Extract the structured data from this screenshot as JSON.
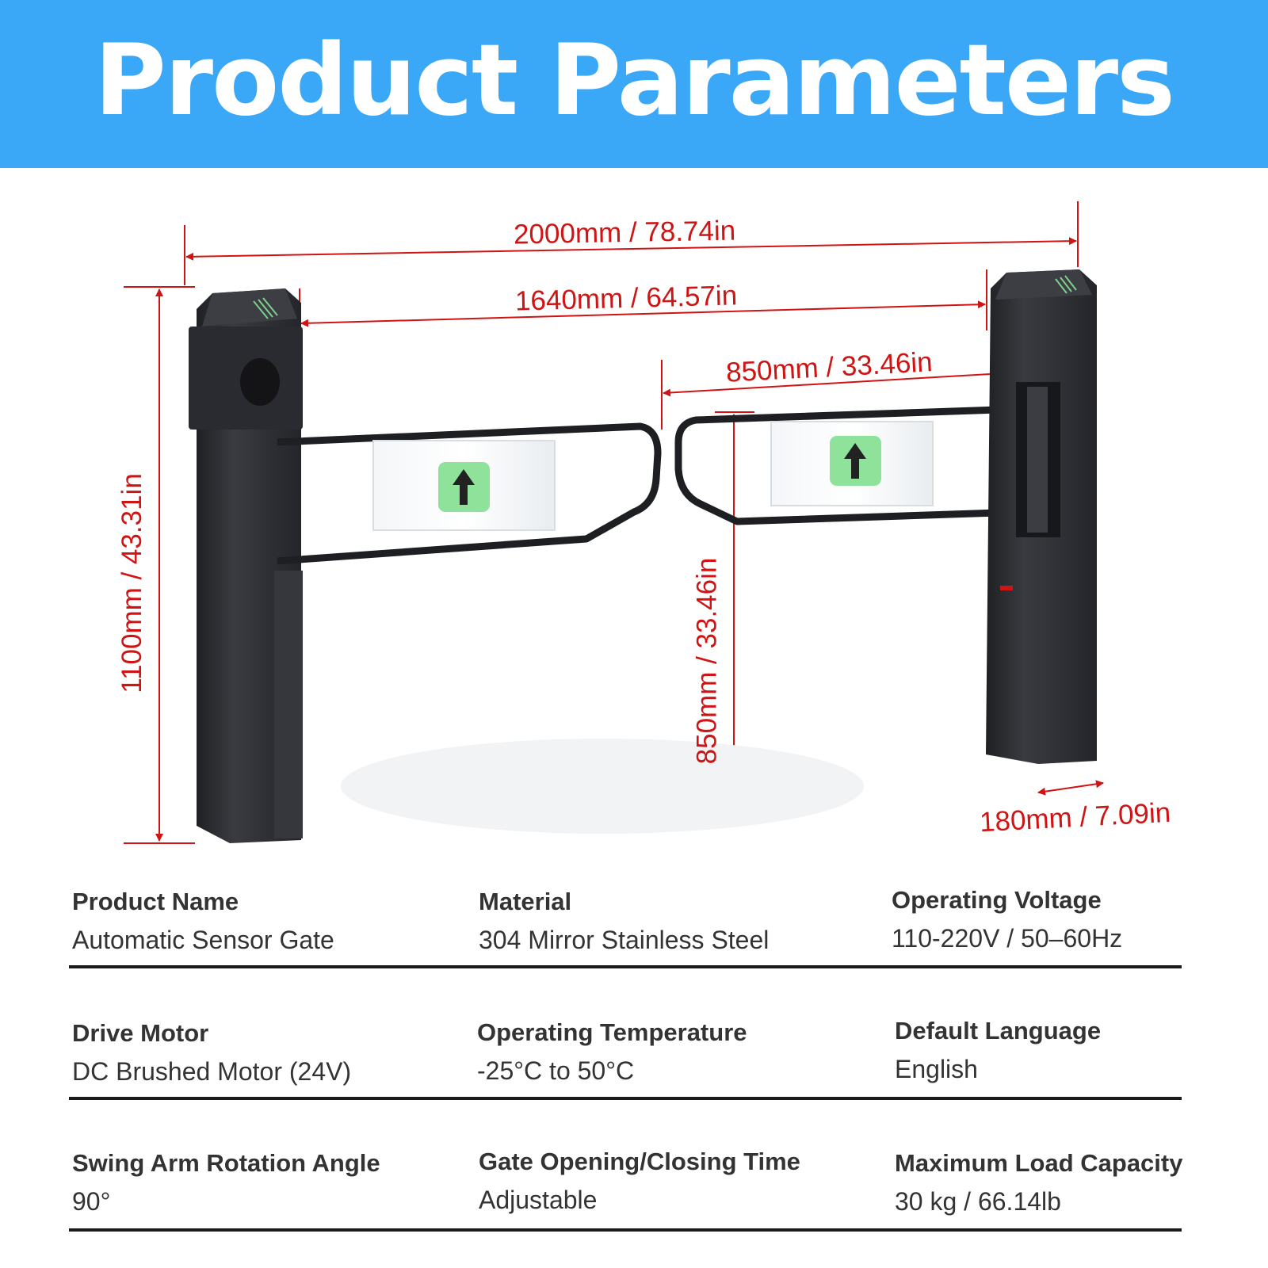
{
  "header": {
    "title": "Product Parameters"
  },
  "dimensions": {
    "overall_width": "2000mm / 78.74in",
    "inner_width": "1640mm / 64.57in",
    "opening_width": "850mm / 33.46in",
    "post_height": "1100mm / 43.31in",
    "arm_height": "850mm / 33.46in",
    "post_depth": "180mm / 7.09in"
  },
  "specs": [
    {
      "label": "Product Name",
      "value": "Automatic Sensor Gate"
    },
    {
      "label": "Material",
      "value": "304 Mirror Stainless Steel"
    },
    {
      "label": "Operating Voltage",
      "value": "110-220V / 50–60Hz"
    },
    {
      "label": "Drive Motor",
      "value": "DC Brushed Motor (24V)"
    },
    {
      "label": "Operating Temperature",
      "value": "-25°C to 50°C"
    },
    {
      "label": "Default Language",
      "value": "English"
    },
    {
      "label": "Swing Arm Rotation Angle",
      "value": "90°"
    },
    {
      "label": "Gate Opening/Closing Time",
      "value": "Adjustable"
    },
    {
      "label": "Maximum Load Capacity",
      "value": "30 kg / 66.14lb"
    }
  ],
  "colors": {
    "banner": "#3aa8f7",
    "dimension": "#d01414",
    "post": "#2e2f33",
    "arrow_panel": "#8ee29a"
  }
}
